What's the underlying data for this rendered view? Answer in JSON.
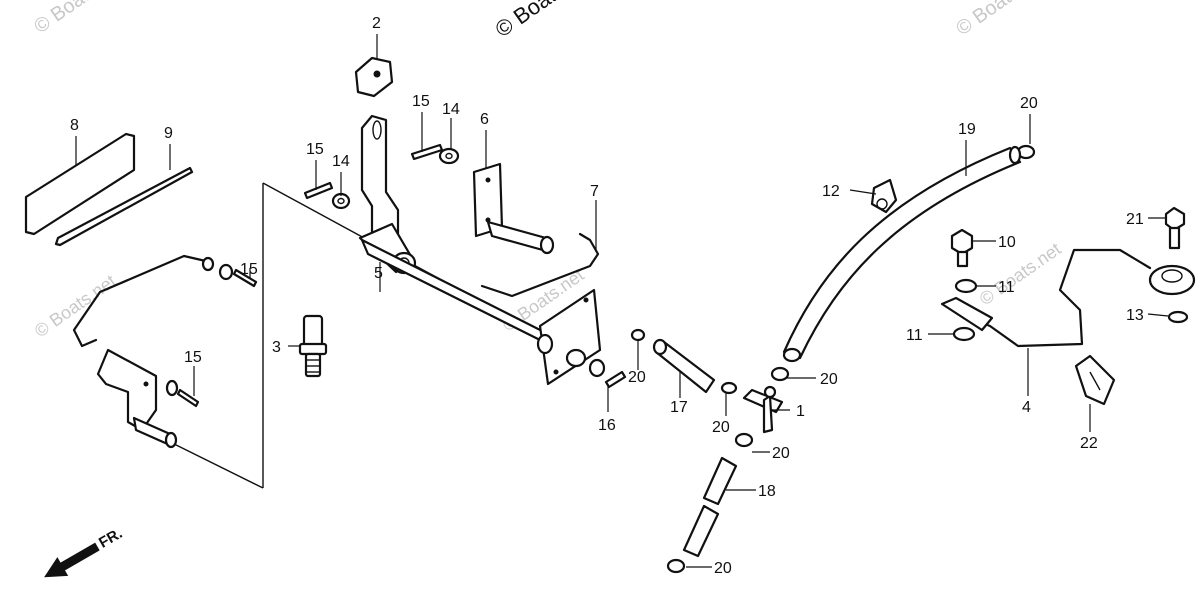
{
  "diagram": {
    "callouts": [
      "1",
      "2",
      "3",
      "4",
      "5",
      "6",
      "7",
      "8",
      "9",
      "10",
      "11",
      "11",
      "12",
      "13",
      "14",
      "14",
      "15",
      "15",
      "15",
      "15",
      "16",
      "17",
      "18",
      "19",
      "20",
      "20",
      "20",
      "20",
      "20",
      "20",
      "21",
      "22"
    ],
    "direction_label": "FR.",
    "watermarks": {
      "main": "© Boats.net",
      "faint": "© Boats.net"
    }
  }
}
